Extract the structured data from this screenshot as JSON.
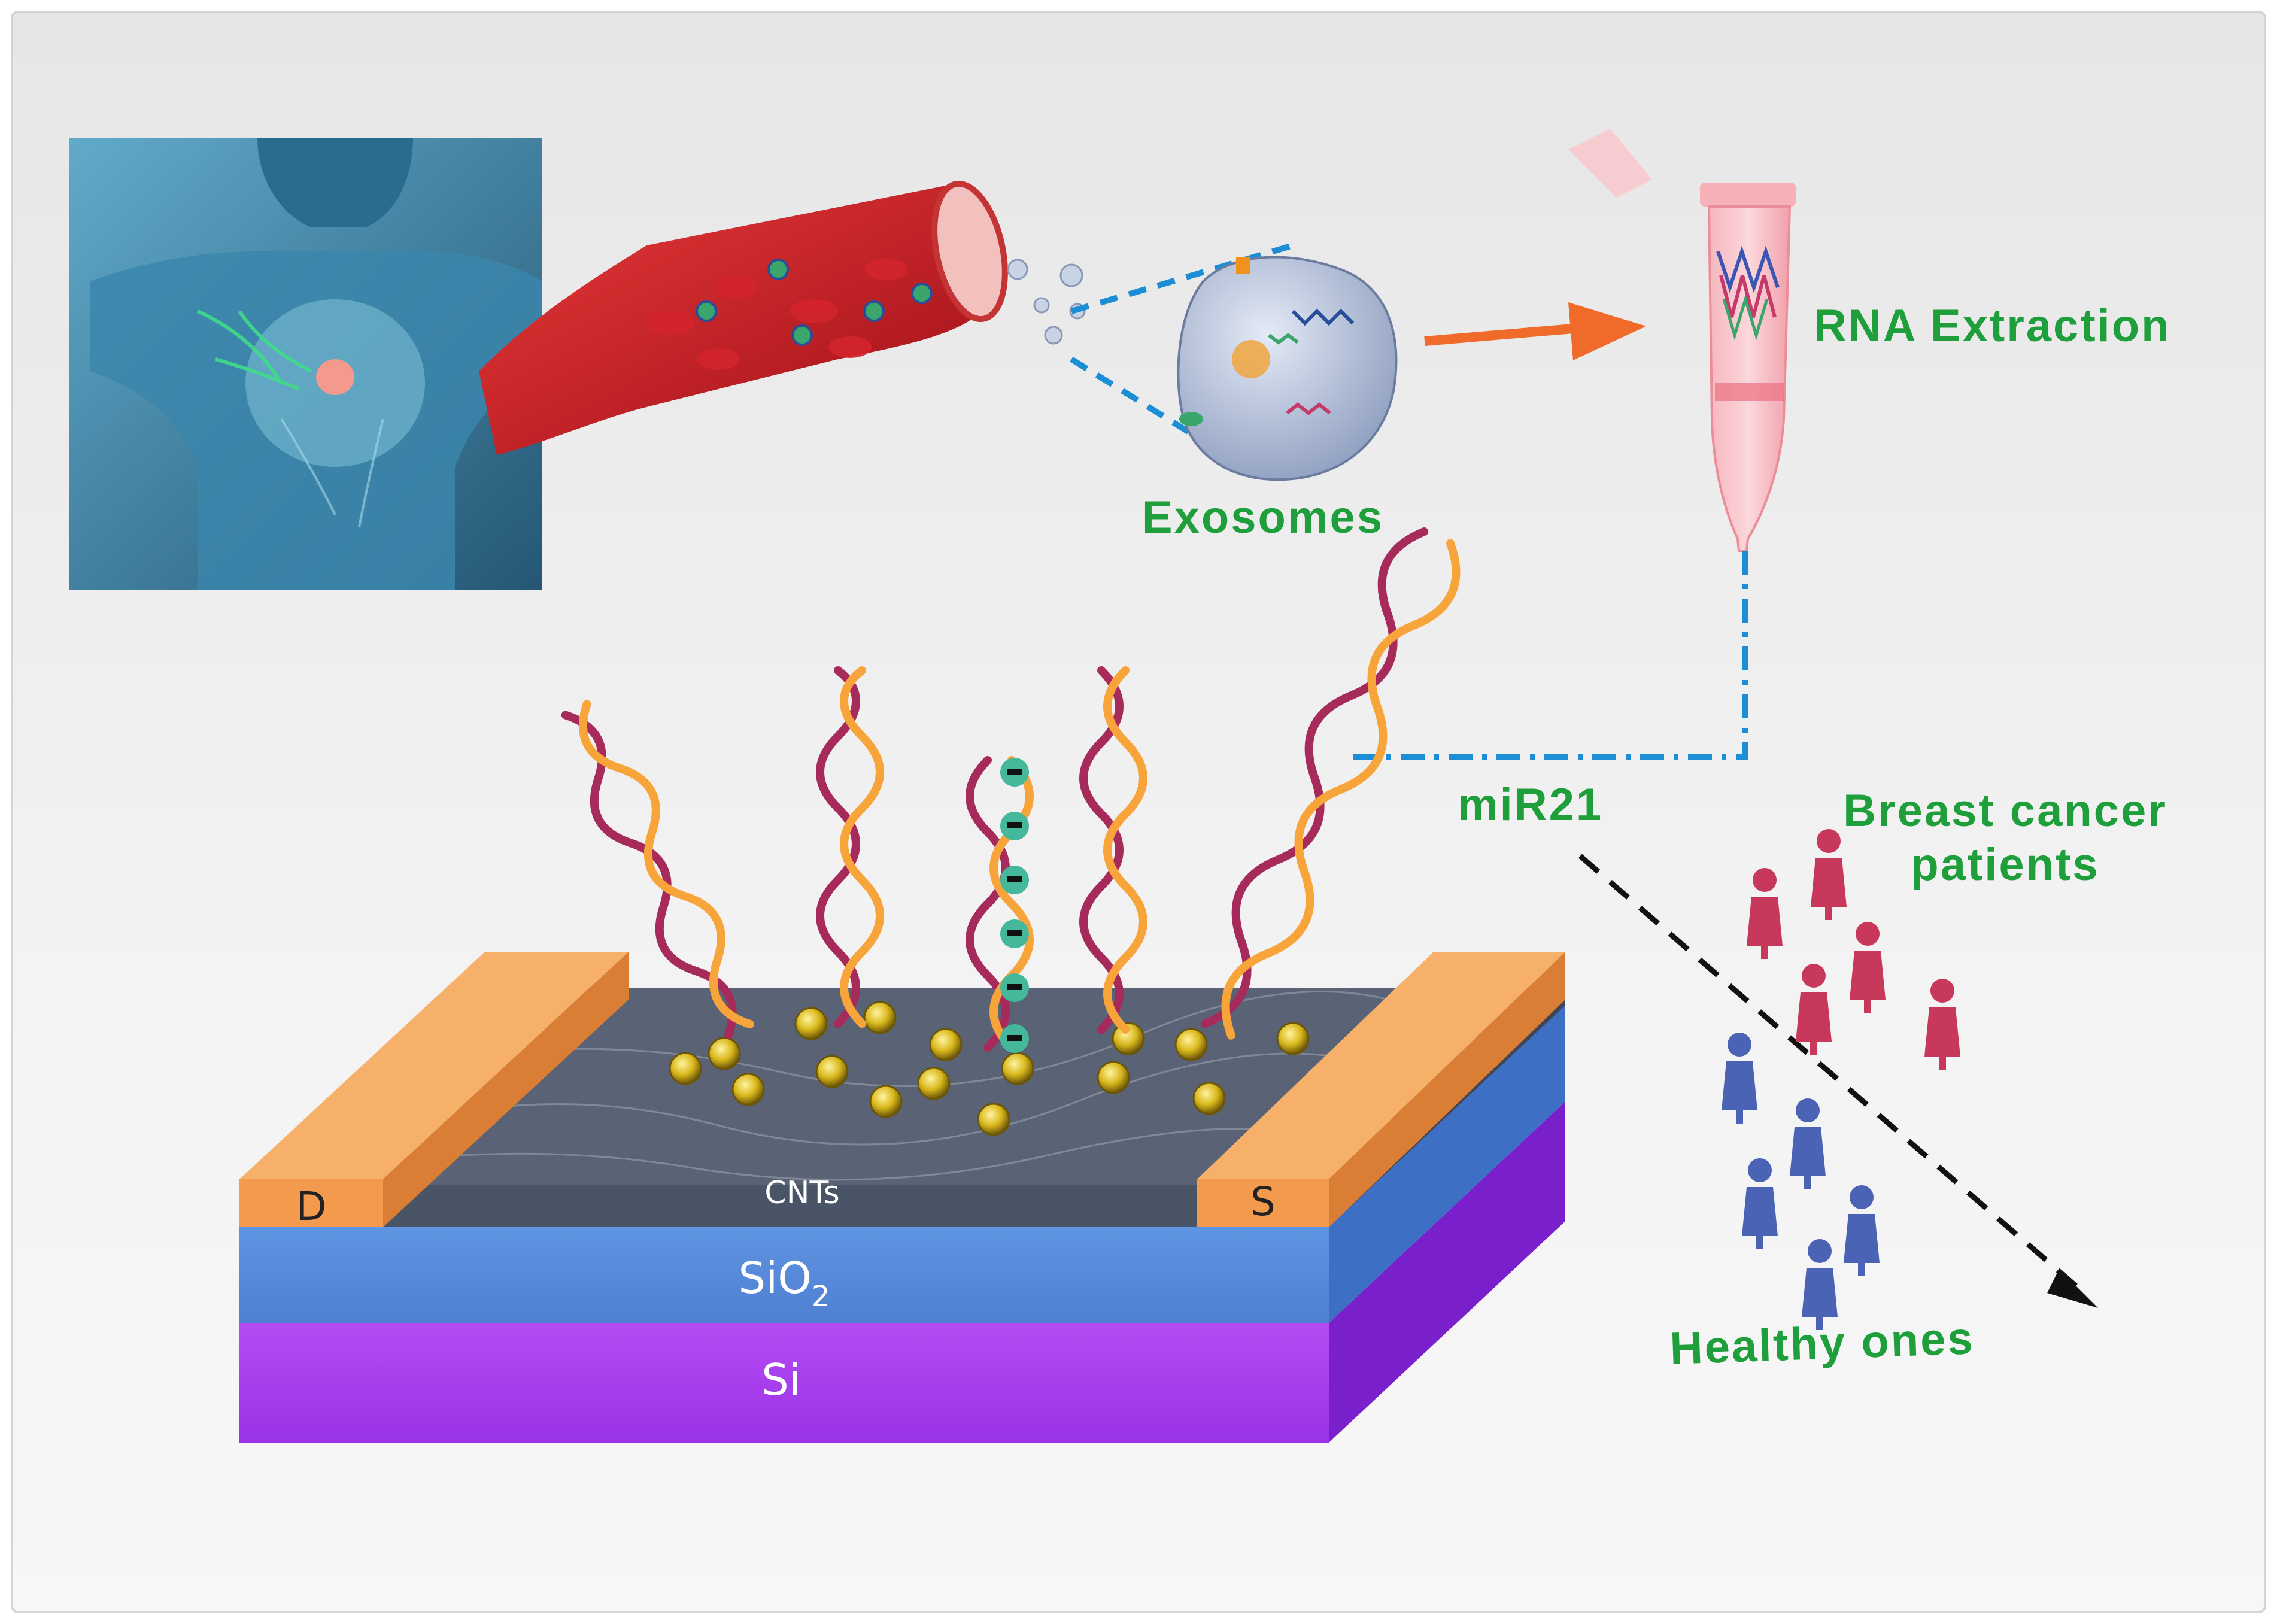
{
  "labels": {
    "exosomes": "Exosomes",
    "rna_extraction": "RNA Extraction",
    "mir21": "miR21",
    "breast_cancer_line1": "Breast cancer",
    "breast_cancer_line2": "patients",
    "healthy_ones": "Healthy ones",
    "cnts": "CNTs",
    "drain": "D",
    "source": "S",
    "sio2_base": "SiO",
    "sio2_subscript": "2",
    "si": "Si"
  },
  "colors": {
    "label_green": "#1f9e3c",
    "connector_blue": "#1c8ed6",
    "arrow_orange": "#f06a2a",
    "electrode_orange": "#f39a4e",
    "sio2_blue": "#4f86d8",
    "si_purple": "#a43ff0",
    "patient_red": "#c7385a",
    "healthy_blue": "#4a63b5",
    "helix_maroon": "#a62a5a",
    "helix_orange": "#f7a43a",
    "gold_particle": "#d9b81c",
    "probe_teal": "#45b89b"
  },
  "icons": {
    "body": "torso-anatomy-icon",
    "vessel": "blood-vessel-icon",
    "exosome": "exosome-vesicle-icon",
    "tube": "microcentrifuge-tube-icon",
    "person": "person-icon"
  }
}
